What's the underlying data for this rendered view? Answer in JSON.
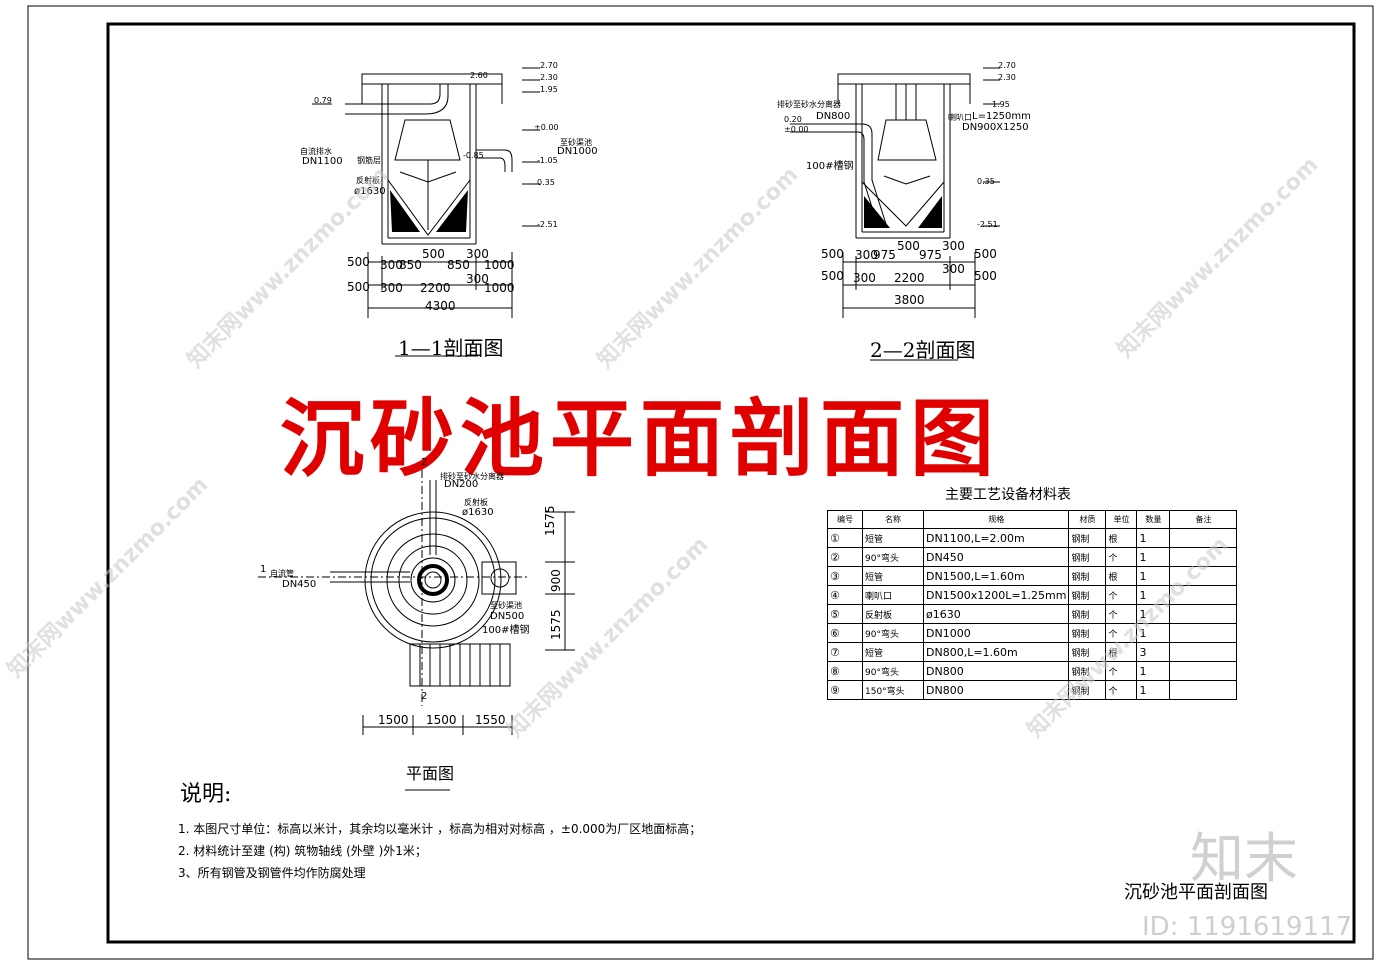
{
  "banner_title": "沉砂池平面剖面图",
  "section_1": {
    "title": "1—1剖面图",
    "elevations": [
      "2.70",
      "2.60",
      "2.30",
      "1.95",
      "0.79",
      "±0.00",
      "-0.85",
      "-1.05",
      "0.35",
      "-2.51"
    ],
    "labels": [
      "自流排水",
      "DN1100",
      "钢筋层",
      "反射板",
      "ø1630",
      "至砂渠池",
      "DN1000"
    ],
    "dims_row1": [
      "500",
      "300",
      "850",
      "500",
      "850",
      "300",
      "1000"
    ],
    "dims_row2": [
      "500",
      "300",
      "2200",
      "300",
      "1000"
    ],
    "total": "4300"
  },
  "section_2": {
    "title": "2—2剖面图",
    "elevations": [
      "2.70",
      "2.30",
      "1.95",
      "0.20",
      "±0.00",
      "0.35",
      "-2.51"
    ],
    "labels": [
      "排砂至砂水分离器",
      "DN800",
      "喇叭口",
      "L=1250mm",
      "DN900X1250",
      "100#槽钢"
    ],
    "dims_row1": [
      "500",
      "300",
      "975",
      "500",
      "975",
      "300",
      "500"
    ],
    "dims_row2": [
      "500",
      "300",
      "2200",
      "300",
      "500"
    ],
    "total": "3800"
  },
  "plan": {
    "title": "平面图",
    "labels": [
      "排砂至砂水分离器",
      "DN200",
      "反射板",
      "ø1630",
      "自流管",
      "DN450",
      "至砂渠池",
      "DN500",
      "100#槽钢"
    ],
    "section_marks": [
      "1",
      "2",
      "2"
    ],
    "dims_side": [
      "1575",
      "900",
      "1575"
    ],
    "dims_bottom": [
      "1500",
      "1500",
      "1550"
    ]
  },
  "material_table": {
    "title": "主要工艺设备材料表",
    "headers": [
      "编号",
      "名称",
      "规格",
      "材质",
      "单位",
      "数量",
      "备注"
    ],
    "rows": [
      [
        "①",
        "短管",
        "DN1100,L=2.00m",
        "钢制",
        "根",
        "1",
        ""
      ],
      [
        "②",
        "90°弯头",
        "DN450",
        "钢制",
        "个",
        "1",
        ""
      ],
      [
        "③",
        "短管",
        "DN1500,L=1.60m",
        "钢制",
        "根",
        "1",
        ""
      ],
      [
        "④",
        "喇叭口",
        "DN1500x1200L=1.25mm",
        "钢制",
        "个",
        "1",
        ""
      ],
      [
        "⑤",
        "反射板",
        "ø1630",
        "钢制",
        "个",
        "1",
        ""
      ],
      [
        "⑥",
        "90°弯头",
        "DN1000",
        "钢制",
        "个",
        "1",
        ""
      ],
      [
        "⑦",
        "短管",
        "DN800,L=1.60m",
        "钢制",
        "根",
        "3",
        ""
      ],
      [
        "⑧",
        "90°弯头",
        "DN800",
        "钢制",
        "个",
        "1",
        ""
      ],
      [
        "⑨",
        "150°弯头",
        "DN800",
        "钢制",
        "个",
        "1",
        ""
      ]
    ]
  },
  "notes": {
    "heading": "说明:",
    "items": [
      "1.  本图尺寸单位：标高以米计，其余均以毫米计      ，标高为相对对标高        ，±0.000为厂区地面标高；",
      "2.  材料统计至建   (构) 筑物轴线  (外壁  )外1米；",
      "3、所有钢管及钢管件均作防腐处理"
    ]
  },
  "title_block": "沉砂池平面剖面图",
  "watermark": {
    "brand": "知末",
    "site": "知末网www.znzmo.com",
    "id": "ID: 1191619117"
  },
  "colors": {
    "line": "#000000",
    "banner": "#e00000",
    "watermark": "#c8c8c8"
  }
}
